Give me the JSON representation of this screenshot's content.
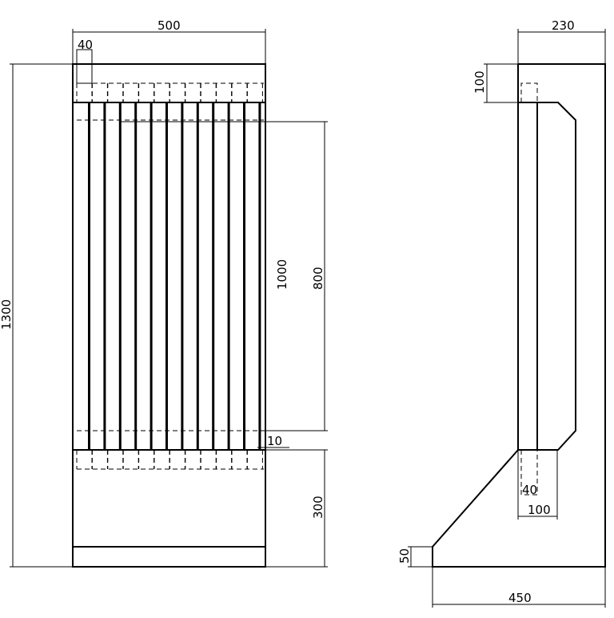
{
  "front_view": {
    "dims": {
      "overall_width": "500",
      "overall_height": "1300",
      "bar_width": "40",
      "bar_length": "1000",
      "clear_span": "800",
      "gap": "10",
      "base_height": "300"
    }
  },
  "side_view": {
    "dims": {
      "top_width": "230",
      "top_height": "100",
      "socket_depth": "40",
      "socket_width": "100",
      "base_width": "450",
      "toe_height": "50"
    }
  }
}
